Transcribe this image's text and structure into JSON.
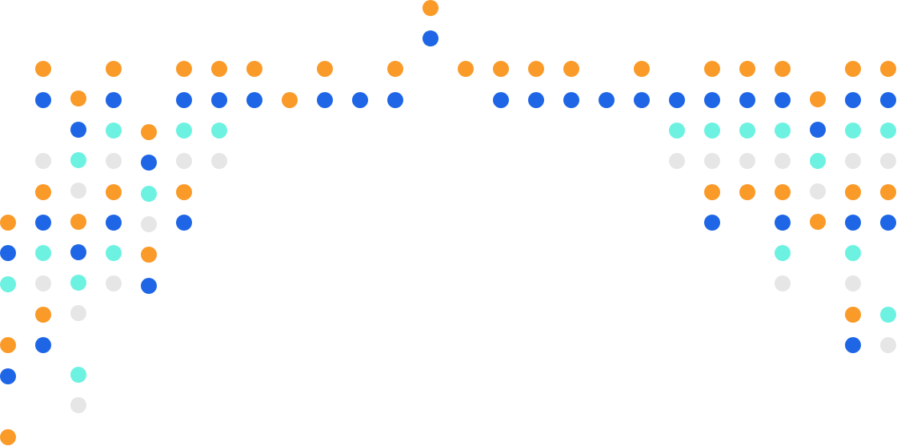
{
  "palette": {
    "orange": "#FA9A28",
    "blue": "#1E66E6",
    "cyan": "#6DF2E2",
    "gray": "#E6E6E6"
  },
  "columns": [
    {
      "id": "col-01",
      "dots": [
        "orange",
        "blue",
        "cyan",
        null,
        "orange",
        "blue",
        null,
        "orange"
      ]
    },
    {
      "id": "col-02",
      "dots": [
        null,
        "orange",
        "blue",
        null,
        "gray",
        "orange",
        "blue",
        "cyan",
        "gray",
        "orange",
        "blue"
      ]
    },
    {
      "id": "col-03",
      "dots": [
        null,
        "orange",
        "blue",
        "cyan",
        "gray",
        "orange",
        "blue",
        "cyan",
        "gray",
        null,
        "cyan",
        "gray"
      ]
    },
    {
      "id": "col-04",
      "dots": [
        null,
        "orange",
        "blue",
        "cyan",
        "gray",
        "orange",
        "blue",
        "cyan",
        "gray"
      ]
    },
    {
      "id": "col-05",
      "dots": [
        "orange",
        "blue",
        "cyan",
        "gray",
        "orange",
        "blue"
      ]
    },
    {
      "id": "col-06",
      "dots": [
        null,
        "orange",
        "blue",
        "cyan",
        "gray",
        "orange",
        "blue"
      ]
    },
    {
      "id": "col-07",
      "dots": [
        null,
        "orange",
        "blue",
        "cyan",
        "gray"
      ]
    },
    {
      "id": "col-08",
      "dots": [
        null,
        "orange",
        "blue"
      ]
    },
    {
      "id": "col-09",
      "dots": [
        null,
        null,
        "orange"
      ]
    },
    {
      "id": "col-10",
      "dots": [
        null,
        "orange",
        "blue"
      ]
    },
    {
      "id": "col-11",
      "dots": [
        null,
        null,
        "blue"
      ]
    },
    {
      "id": "col-12",
      "dots": [
        null,
        "orange",
        "blue"
      ]
    },
    {
      "id": "col-13",
      "dots": [
        "orange",
        "blue"
      ]
    },
    {
      "id": "col-14",
      "dots": [
        null,
        "orange"
      ]
    },
    {
      "id": "col-15",
      "dots": [
        null,
        "orange",
        "blue"
      ]
    },
    {
      "id": "col-16",
      "dots": [
        null,
        "orange",
        "blue"
      ]
    },
    {
      "id": "col-17",
      "dots": [
        null,
        "orange",
        "blue"
      ]
    },
    {
      "id": "col-18",
      "dots": [
        null,
        null,
        "blue"
      ]
    },
    {
      "id": "col-19",
      "dots": [
        null,
        "orange",
        "blue"
      ]
    },
    {
      "id": "col-20",
      "dots": [
        null,
        null,
        "blue",
        "cyan",
        "gray"
      ]
    },
    {
      "id": "col-21",
      "dots": [
        null,
        "orange",
        "blue",
        "cyan",
        "gray",
        "orange",
        "blue"
      ]
    },
    {
      "id": "col-22",
      "dots": [
        null,
        "orange",
        "blue",
        "cyan",
        "gray",
        "orange"
      ]
    },
    {
      "id": "col-23",
      "dots": [
        null,
        "orange",
        "blue",
        "cyan",
        "gray",
        "orange",
        "blue",
        "cyan",
        "gray"
      ]
    },
    {
      "id": "col-24",
      "dots": [
        "orange",
        "blue",
        "cyan",
        "gray",
        "orange"
      ]
    },
    {
      "id": "col-25",
      "dots": [
        null,
        "orange",
        "blue",
        "cyan",
        "gray",
        "orange",
        "blue",
        "cyan",
        "gray",
        "orange",
        "blue"
      ]
    },
    {
      "id": "col-26",
      "dots": [
        null,
        "orange",
        "blue",
        "cyan",
        "gray",
        "orange",
        "blue",
        null,
        null,
        "cyan",
        "gray"
      ]
    }
  ]
}
